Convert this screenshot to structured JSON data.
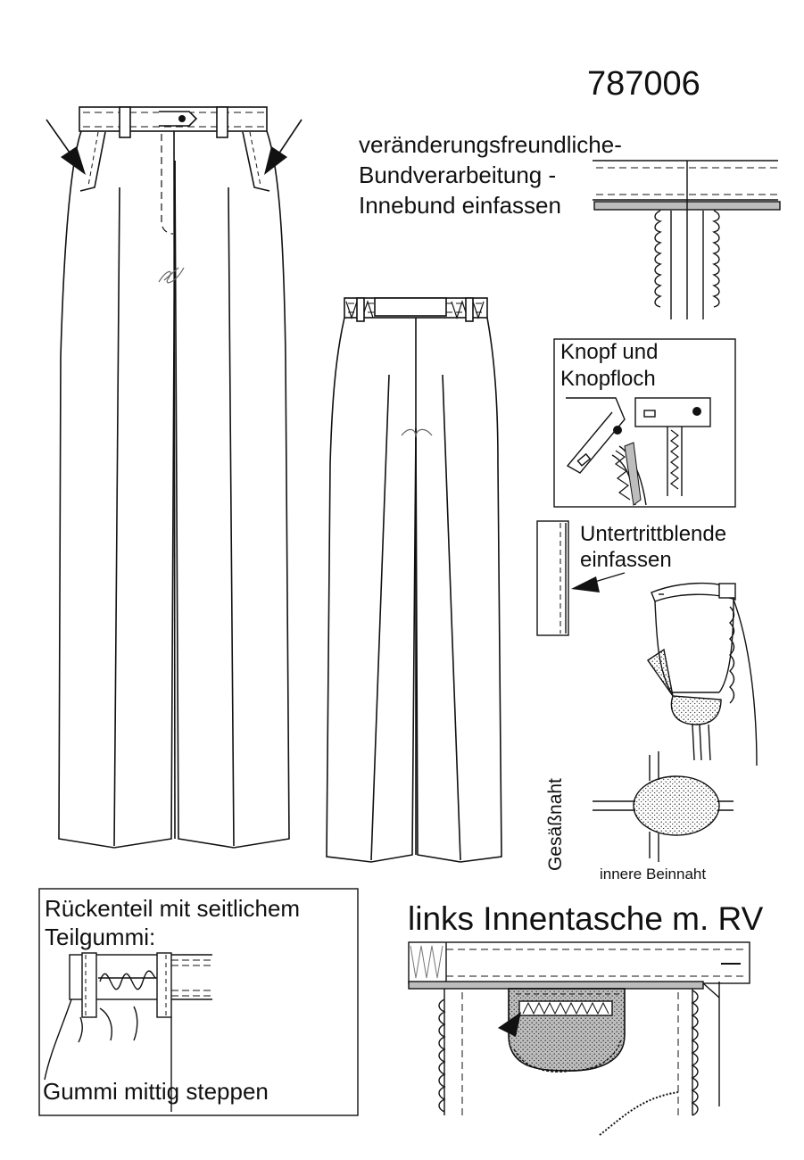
{
  "model_number": "787006",
  "bund_title": {
    "line1": "veränderungsfreundliche-",
    "line2": "Bundverarbeitung -",
    "line3": "Innebund einfassen"
  },
  "knopf_title": {
    "line1": "Knopf und",
    "line2": "Knopfloch"
  },
  "untertritt_title": {
    "line1": "Untertrittblende",
    "line2": "einfassen"
  },
  "seam_labels": {
    "vertical": "Gesäßnaht",
    "horizontal": "innere Beinnaht"
  },
  "ruecken_box": {
    "line1": "Rückenteil mit seitlichem",
    "line2": "Teilgummi:",
    "footer": "Gummi mittig steppen"
  },
  "innentasche_title": "links Innentasche m. RV",
  "colors": {
    "ink": "#111111",
    "fill_gray": "#bdbdbd",
    "paper": "#ffffff"
  }
}
